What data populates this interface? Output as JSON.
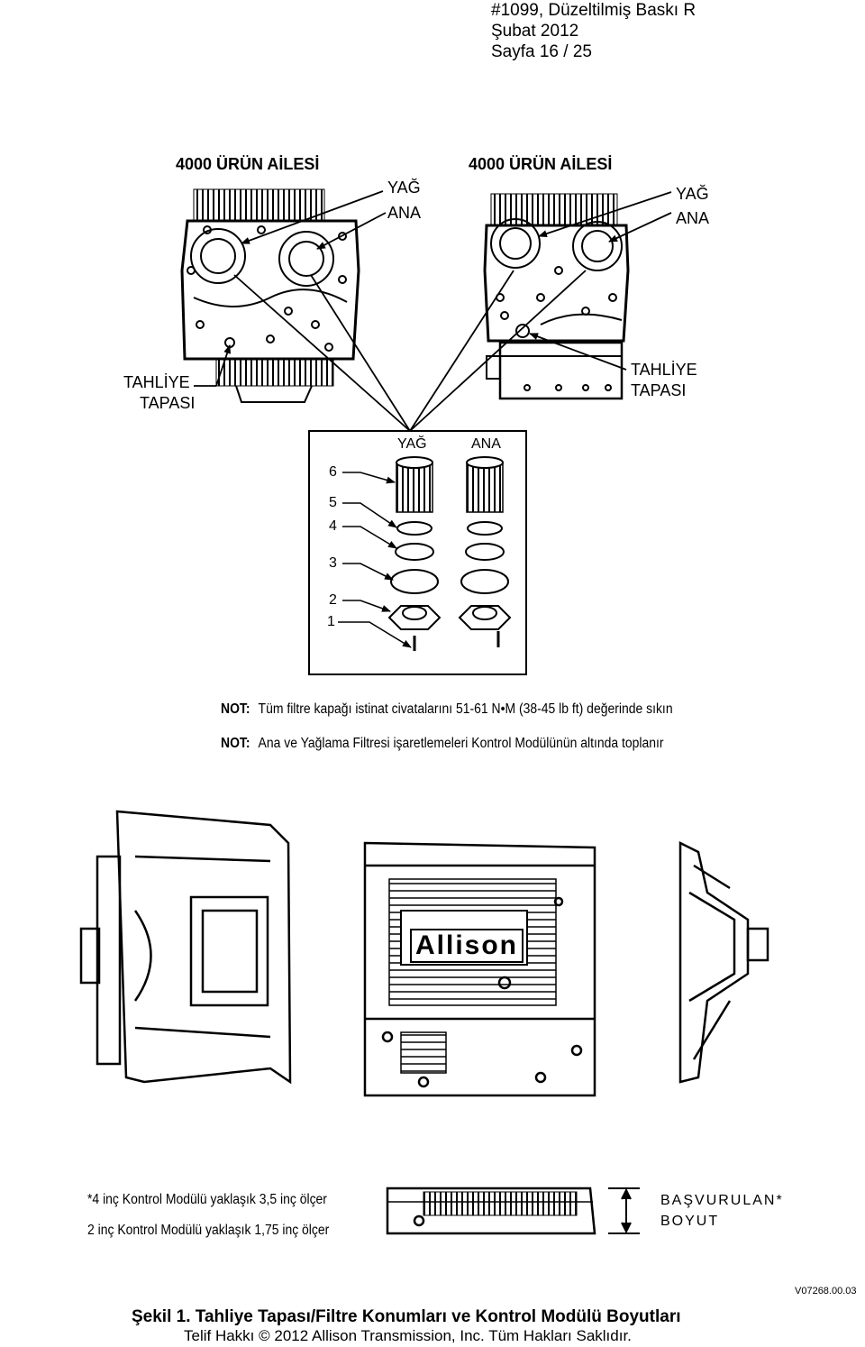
{
  "header": {
    "line1": "#1099, Düzeltilmiş Baskı R",
    "line2": "Şubat 2012",
    "line3": "Sayfa 16 / 25"
  },
  "figure_top": {
    "left_title": "4000 ÜRÜN AİLESİ",
    "right_title": "4000 ÜRÜN AİLESİ",
    "left_yag": "YAĞ",
    "left_ana": "ANA",
    "right_yag": "YAĞ",
    "right_ana": "ANA",
    "left_drain_1": "TAHLİYE",
    "left_drain_2": "TAPASI",
    "right_drain_1": "TAHLİYE",
    "right_drain_2": "TAPASI"
  },
  "filter_box": {
    "yag": "YAĞ",
    "ana": "ANA",
    "callouts": [
      "6",
      "5",
      "4",
      "3",
      "2",
      "1"
    ]
  },
  "notes": [
    {
      "label": "NOT:",
      "text": "Tüm filtre kapağı istinat civatalarını 51-61 N•M (38-45 lb ft) değerinde sıkın"
    },
    {
      "label": "NOT:",
      "text": "Ana ve Yağlama Filtresi işaretlemeleri Kontrol Modülünün altında toplanır"
    }
  ],
  "logo_text": "Allison",
  "module_info": {
    "line1": "*4 inç Kontrol Modülü yaklaşık 3,5 inç ölçer",
    "line2": "2 inç Kontrol Modülü yaklaşık 1,75 inç ölçer",
    "ref_1": "BAŞVURULAN*",
    "ref_2": "BOYUT"
  },
  "figure_code": "V07268.00.03",
  "caption": "Şekil 1.  Tahliye Tapası/Filtre Konumları ve Kontrol Modülü Boyutları",
  "copyright": "Telif Hakkı © 2012 Allison Transmission, Inc. Tüm Hakları Saklıdır."
}
